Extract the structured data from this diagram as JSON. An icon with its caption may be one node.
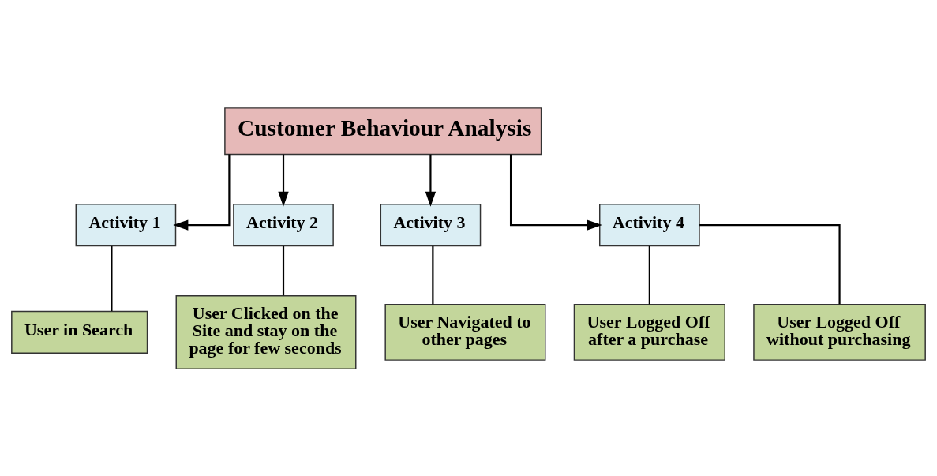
{
  "diagram": {
    "nodes": [
      {
        "text": [
          "Customer Behaviour Analysis"
        ]
      },
      {
        "text": [
          "Activity 1"
        ]
      },
      {
        "text": [
          "Activity 2"
        ]
      },
      {
        "text": [
          "Activity 3"
        ]
      },
      {
        "text": [
          "Activity 4"
        ]
      },
      {
        "text": [
          "User in Search"
        ]
      },
      {
        "text": [
          "User Clicked on the Site and stay on the page for few seconds"
        ]
      },
      {
        "text": [
          "User Navigated to other pages"
        ]
      },
      {
        "text": [
          "User Logged Off after a purchase"
        ]
      },
      {
        "text": [
          "User Logged Off without purchasing"
        ]
      }
    ],
    "edges": [
      {
        "from": 0,
        "to": 1,
        "arrow": "to"
      },
      {
        "from": 0,
        "to": 2,
        "arrow": "to"
      },
      {
        "from": 0,
        "to": 3,
        "arrow": "to"
      },
      {
        "from": 0,
        "to": 4,
        "arrow": "to"
      },
      {
        "from": 1,
        "to": 5,
        "arrow": "none"
      },
      {
        "from": 2,
        "to": 6,
        "arrow": "none"
      },
      {
        "from": 3,
        "to": 7,
        "arrow": "none"
      },
      {
        "from": 4,
        "to": 8,
        "arrow": "none"
      },
      {
        "from": 4,
        "to": 9,
        "arrow": "none"
      }
    ]
  }
}
